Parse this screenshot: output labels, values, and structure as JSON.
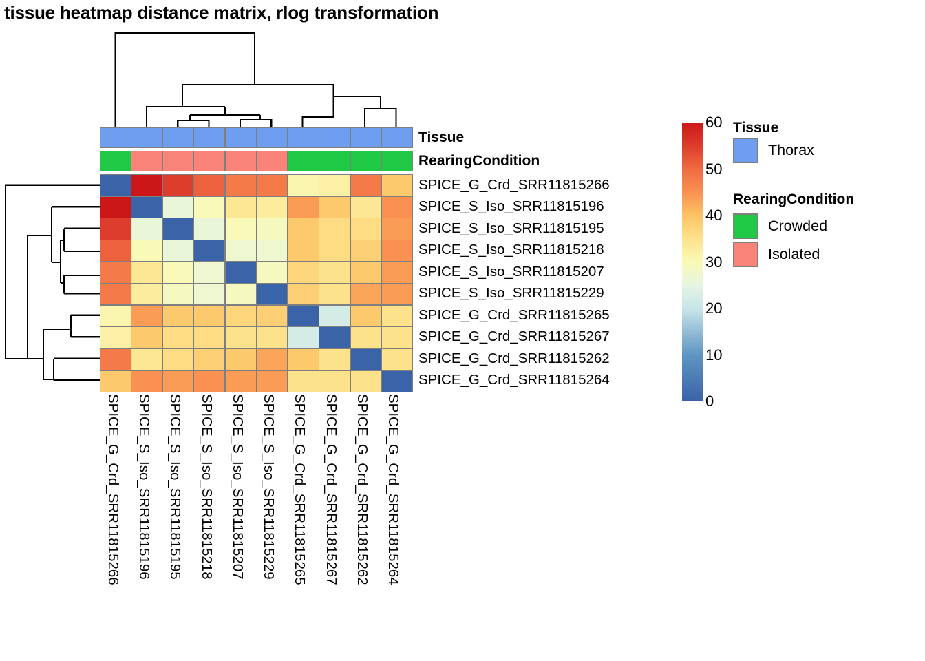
{
  "title": "tissue heatmap distance matrix, rlog transformation",
  "samples": [
    "SPICE_G_Crd_SRR11815266",
    "SPICE_S_Iso_SRR11815196",
    "SPICE_S_Iso_SRR11815195",
    "SPICE_S_Iso_SRR11815218",
    "SPICE_S_Iso_SRR11815207",
    "SPICE_S_Iso_SRR11815229",
    "SPICE_G_Crd_SRR11815265",
    "SPICE_G_Crd_SRR11815267",
    "SPICE_G_Crd_SRR11815262",
    "SPICE_G_Crd_SRR11815264"
  ],
  "annotations": {
    "tissue": {
      "title": "Tissue",
      "values": [
        "Thorax",
        "Thorax",
        "Thorax",
        "Thorax",
        "Thorax",
        "Thorax",
        "Thorax",
        "Thorax",
        "Thorax",
        "Thorax"
      ]
    },
    "rearing": {
      "title": "RearingCondition",
      "values": [
        "Crowded",
        "Isolated",
        "Isolated",
        "Isolated",
        "Isolated",
        "Isolated",
        "Crowded",
        "Crowded",
        "Crowded",
        "Crowded"
      ]
    }
  },
  "legends": [
    {
      "title": "Tissue",
      "entries": [
        {
          "label": "Thorax",
          "color": "#6f9ef0"
        }
      ]
    },
    {
      "title": "RearingCondition",
      "entries": [
        {
          "label": "Crowded",
          "color": "#1fc845"
        },
        {
          "label": "Isolated",
          "color": "#f98379"
        }
      ]
    }
  ],
  "colorbar": {
    "min": 0,
    "max": 60,
    "ticks": [
      60,
      50,
      40,
      30,
      20,
      10,
      0
    ],
    "stops": [
      {
        "v": 0,
        "color": "#3a63a8"
      },
      {
        "v": 10,
        "color": "#5f95c2"
      },
      {
        "v": 20,
        "color": "#c8e5ea"
      },
      {
        "v": 25,
        "color": "#e6f5e0"
      },
      {
        "v": 30,
        "color": "#f9fab8"
      },
      {
        "v": 35,
        "color": "#fde28c"
      },
      {
        "v": 40,
        "color": "#fdc365"
      },
      {
        "v": 45,
        "color": "#f99152"
      },
      {
        "v": 50,
        "color": "#f06b43"
      },
      {
        "v": 55,
        "color": "#dd3d2d"
      },
      {
        "v": 60,
        "color": "#cc1719"
      }
    ]
  },
  "chart_data": {
    "type": "heatmap",
    "title": "tissue heatmap distance matrix, rlog transformation",
    "xlabel": "",
    "ylabel": "",
    "grid": true,
    "legend_position": "right",
    "zlim": [
      0,
      60
    ],
    "colormap": "RdYlBu reversed",
    "x": [
      "SPICE_G_Crd_SRR11815266",
      "SPICE_S_Iso_SRR11815196",
      "SPICE_S_Iso_SRR11815195",
      "SPICE_S_Iso_SRR11815218",
      "SPICE_S_Iso_SRR11815207",
      "SPICE_S_Iso_SRR11815229",
      "SPICE_G_Crd_SRR11815265",
      "SPICE_G_Crd_SRR11815267",
      "SPICE_G_Crd_SRR11815262",
      "SPICE_G_Crd_SRR11815264"
    ],
    "y": [
      "SPICE_G_Crd_SRR11815266",
      "SPICE_S_Iso_SRR11815196",
      "SPICE_S_Iso_SRR11815195",
      "SPICE_S_Iso_SRR11815218",
      "SPICE_S_Iso_SRR11815207",
      "SPICE_S_Iso_SRR11815229",
      "SPICE_G_Crd_SRR11815265",
      "SPICE_G_Crd_SRR11815267",
      "SPICE_G_Crd_SRR11815262",
      "SPICE_G_Crd_SRR11815264"
    ],
    "values": [
      [
        0,
        60,
        55,
        51,
        48,
        48,
        31,
        32,
        48,
        39
      ],
      [
        60,
        0,
        26,
        30,
        34,
        33,
        44,
        39,
        34,
        45
      ],
      [
        55,
        26,
        0,
        26,
        30,
        29,
        39,
        36,
        36,
        44
      ],
      [
        51,
        30,
        26,
        0,
        27,
        27,
        39,
        36,
        38,
        45
      ],
      [
        48,
        34,
        30,
        27,
        0,
        29,
        37,
        35,
        39,
        44
      ],
      [
        48,
        33,
        29,
        27,
        29,
        0,
        38,
        35,
        43,
        44
      ],
      [
        31,
        44,
        39,
        39,
        37,
        38,
        0,
        22,
        39,
        35
      ],
      [
        32,
        39,
        36,
        36,
        35,
        35,
        22,
        0,
        35,
        35
      ],
      [
        48,
        34,
        36,
        38,
        39,
        43,
        39,
        35,
        0,
        35
      ],
      [
        39,
        45,
        44,
        45,
        44,
        44,
        35,
        35,
        35,
        0
      ]
    ]
  },
  "dendrograms": {
    "column": {
      "orientation": "top",
      "leaves": [
        0,
        1,
        2,
        3,
        4,
        5,
        6,
        7,
        8,
        9
      ]
    },
    "row": {
      "orientation": "left",
      "leaves": [
        0,
        1,
        2,
        3,
        4,
        5,
        6,
        7,
        8,
        9
      ]
    }
  }
}
